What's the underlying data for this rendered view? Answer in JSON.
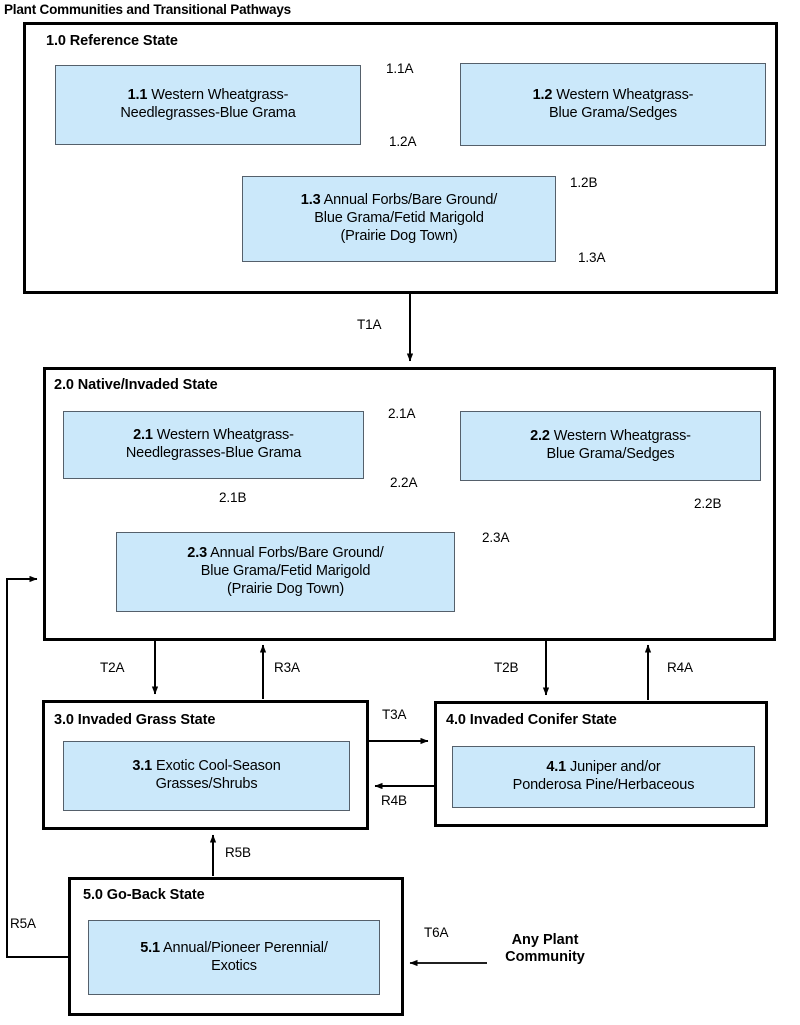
{
  "title": "Plant Communities and Transitional Pathways",
  "colors": {
    "community_fill": "#cbe8fa",
    "community_border": "#55606b",
    "state_border": "#000000",
    "line": "#000000",
    "background": "#ffffff"
  },
  "states": [
    {
      "id": "1.0",
      "label": "1.0 Reference State"
    },
    {
      "id": "2.0",
      "label": "2.0 Native/Invaded State"
    },
    {
      "id": "3.0",
      "label": "3.0 Invaded Grass State"
    },
    {
      "id": "4.0",
      "label": "4.0 Invaded Conifer State"
    },
    {
      "id": "5.0",
      "label": "5.0 Go-Back State"
    }
  ],
  "communities": [
    {
      "id": "1.1",
      "num": "1.1",
      "lines": [
        "Western Wheatgrass-",
        "Needlegrasses-Blue Grama"
      ]
    },
    {
      "id": "1.2",
      "num": "1.2",
      "lines": [
        "Western Wheatgrass-",
        "Blue Grama/Sedges"
      ]
    },
    {
      "id": "1.3",
      "num": "1.3",
      "lines": [
        "Annual Forbs/Bare Ground/",
        "Blue Grama/Fetid Marigold",
        "(Prairie Dog Town)"
      ]
    },
    {
      "id": "2.1",
      "num": "2.1",
      "lines": [
        "Western Wheatgrass-",
        "Needlegrasses-Blue Grama"
      ]
    },
    {
      "id": "2.2",
      "num": "2.2",
      "lines": [
        "Western Wheatgrass-",
        "Blue Grama/Sedges"
      ]
    },
    {
      "id": "2.3",
      "num": "2.3",
      "lines": [
        "Annual Forbs/Bare Ground/",
        "Blue Grama/Fetid Marigold",
        "(Prairie Dog Town)"
      ]
    },
    {
      "id": "3.1",
      "num": "3.1",
      "lines": [
        "Exotic Cool-Season",
        "Grasses/Shrubs"
      ]
    },
    {
      "id": "4.1",
      "num": "4.1",
      "lines": [
        "Juniper and/or",
        "Ponderosa Pine/Herbaceous"
      ]
    },
    {
      "id": "5.1",
      "num": "5.1",
      "lines": [
        "Annual/Pioneer Perennial/",
        "Exotics"
      ]
    }
  ],
  "pathways": [
    {
      "id": "1.1A",
      "label": "1.1A",
      "from": "1.1",
      "to": "1.2"
    },
    {
      "id": "1.2A",
      "label": "1.2A",
      "from": "1.2",
      "to": "1.1"
    },
    {
      "id": "1.2B",
      "label": "1.2B",
      "from": "1.2",
      "to": "1.3"
    },
    {
      "id": "1.3A",
      "label": "1.3A",
      "from": "1.3",
      "to": "1.2"
    },
    {
      "id": "T1A",
      "label": "T1A",
      "from": "1.0",
      "to": "2.0"
    },
    {
      "id": "2.1A",
      "label": "2.1A",
      "from": "2.1",
      "to": "2.2"
    },
    {
      "id": "2.2A",
      "label": "2.2A",
      "from": "2.2",
      "to": "2.1"
    },
    {
      "id": "2.1B",
      "label": "2.1B",
      "from": "2.1",
      "to": "2.3"
    },
    {
      "id": "2.3A",
      "label": "2.3A",
      "from": "2.3",
      "to": "2.2"
    },
    {
      "id": "2.2B",
      "label": "2.2B",
      "from": "2.2",
      "to": "2.3"
    },
    {
      "id": "T2A",
      "label": "T2A",
      "from": "2.0",
      "to": "3.0"
    },
    {
      "id": "R3A",
      "label": "R3A",
      "from": "3.0",
      "to": "2.0"
    },
    {
      "id": "T2B",
      "label": "T2B",
      "from": "2.0",
      "to": "4.0"
    },
    {
      "id": "R4A",
      "label": "R4A",
      "from": "4.0",
      "to": "2.0"
    },
    {
      "id": "T3A",
      "label": "T3A",
      "from": "3.0",
      "to": "4.0"
    },
    {
      "id": "R4B",
      "label": "R4B",
      "from": "4.0",
      "to": "3.0"
    },
    {
      "id": "R5B",
      "label": "R5B",
      "from": "5.0",
      "to": "3.0"
    },
    {
      "id": "R5A",
      "label": "R5A",
      "from": "5.0",
      "to": "2.0"
    },
    {
      "id": "T6A",
      "label": "T6A",
      "from": "any-plant-community",
      "to": "5.0"
    }
  ],
  "external_nodes": [
    {
      "id": "any-plant-community",
      "lines": [
        "Any Plant",
        "Community"
      ]
    }
  ]
}
